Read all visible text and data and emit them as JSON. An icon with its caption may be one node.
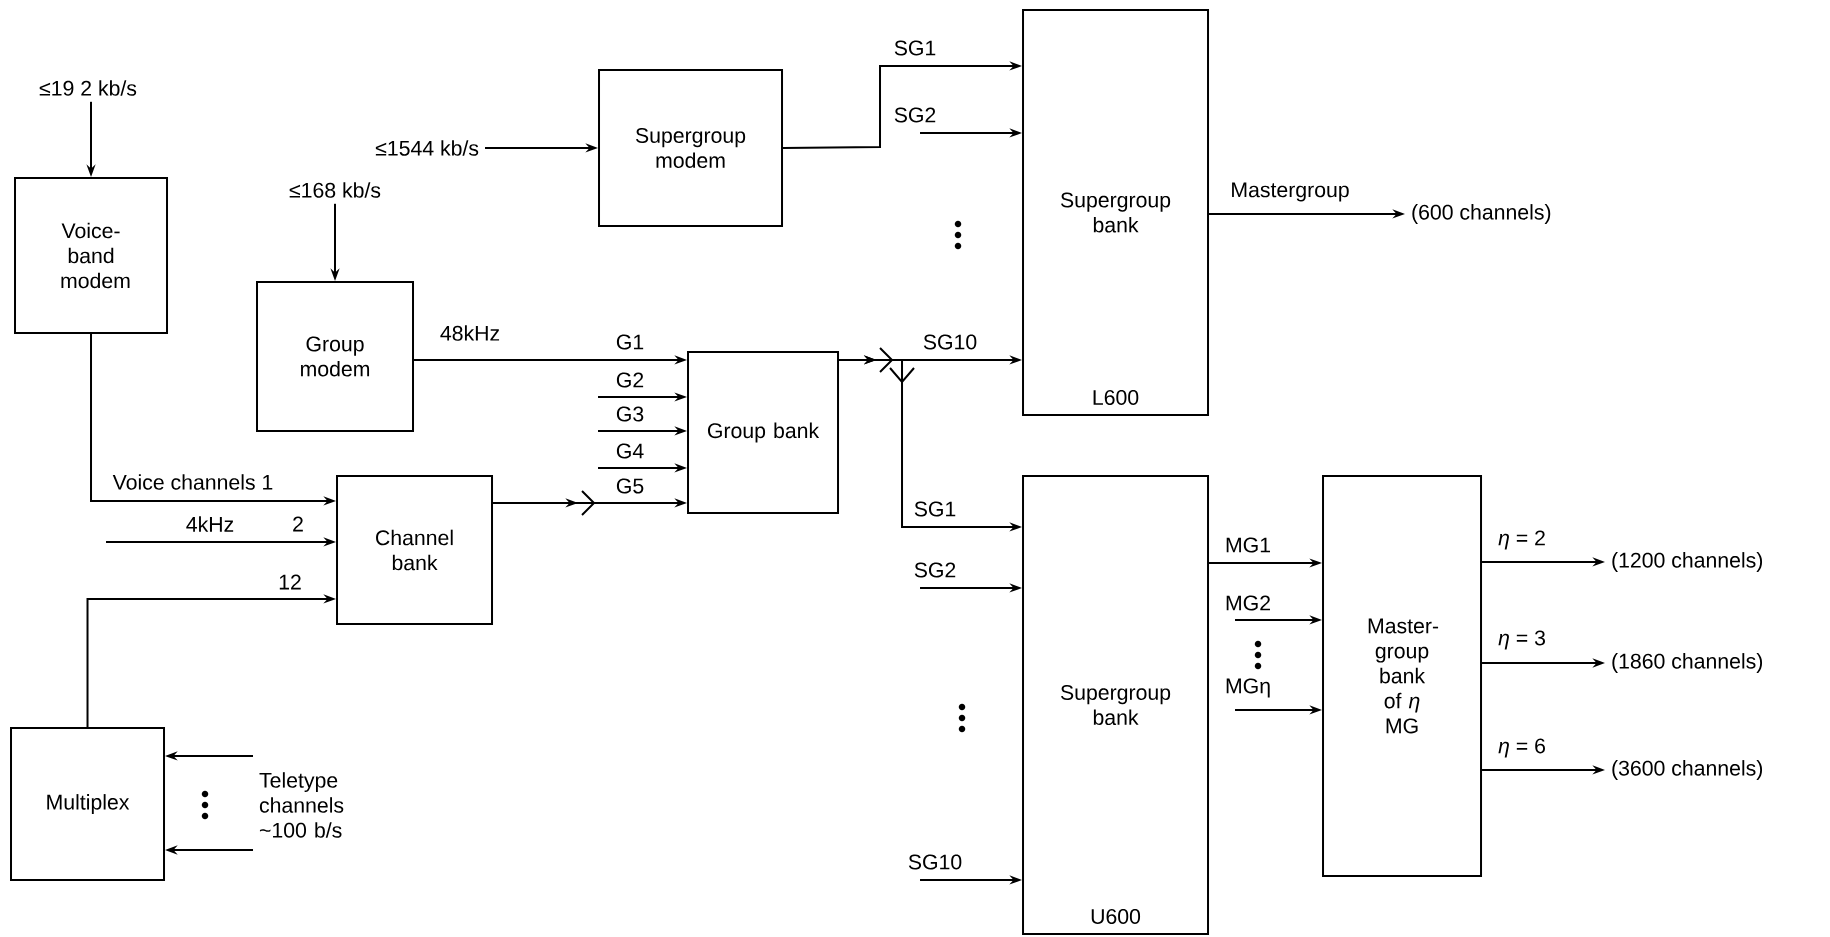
{
  "diagram": {
    "nodes": [
      {
        "text": [
          "≤19 2 kb/s"
        ]
      },
      {
        "text": [
          "Voice-band modem"
        ]
      },
      {
        "text": [
          "≤1544 kb/s"
        ]
      },
      {
        "text": [
          "Supergroup modem"
        ]
      },
      {
        "text": [
          "≤168 kb/s"
        ]
      },
      {
        "text": [
          "Group modem"
        ]
      },
      {
        "text": [
          "Channel bank"
        ]
      },
      {
        "text": [
          "Group bank"
        ]
      },
      {
        "text": [
          "Multiplex"
        ]
      },
      {
        "text": [
          "Teletype channels ~100 b/s"
        ]
      },
      {
        "text": [
          "Supergroup bank",
          "L600"
        ]
      },
      {
        "text": [
          "(600 channels)"
        ]
      },
      {
        "text": [
          "Supergroup bank",
          "U600"
        ]
      },
      {
        "text": [
          "Master-group bank of *η* MG"
        ]
      },
      {
        "text": [
          "(1200 channels)"
        ]
      },
      {
        "text": [
          "(1860 channels)"
        ]
      },
      {
        "text": [
          "(3600 channels)"
        ]
      }
    ],
    "edges": [
      {
        "from": 0,
        "to": 1,
        "arrow": "to"
      },
      {
        "from": 2,
        "to": 3,
        "arrow": "to"
      },
      {
        "from": 4,
        "to": 5,
        "arrow": "to"
      },
      {
        "from": 1,
        "to": 6,
        "arrow": "to",
        "label": "Voice channels 1"
      },
      {
        "from": null,
        "to": 6,
        "arrow": "to",
        "label": "2"
      },
      {
        "from": 8,
        "to": 6,
        "arrow": "to",
        "label": "12"
      },
      {
        "from": 9,
        "to": 8,
        "arrow": "to"
      },
      {
        "from": 9,
        "to": 8,
        "arrow": "to"
      },
      {
        "from": 5,
        "to": 7,
        "arrow": "to",
        "label": "G1"
      },
      {
        "from": null,
        "to": 7,
        "arrow": "to",
        "label": "G2"
      },
      {
        "from": null,
        "to": 7,
        "arrow": "to",
        "label": "G3"
      },
      {
        "from": null,
        "to": 7,
        "arrow": "to",
        "label": "G4"
      },
      {
        "from": 6,
        "to": 7,
        "arrow": "to",
        "label": "G5"
      },
      {
        "from": 3,
        "to": 10,
        "arrow": "to",
        "label": "SG1"
      },
      {
        "from": null,
        "to": 10,
        "arrow": "to",
        "label": "SG2"
      },
      {
        "from": 7,
        "to": 10,
        "arrow": "to",
        "label": "SG10"
      },
      {
        "from": 10,
        "to": 11,
        "arrow": "to",
        "label": "Mastergroup"
      },
      {
        "from": 7,
        "to": 12,
        "arrow": "to",
        "label": "SG1"
      },
      {
        "from": null,
        "to": 12,
        "arrow": "to",
        "label": "SG2"
      },
      {
        "from": null,
        "to": 12,
        "arrow": "to",
        "label": "SG10"
      },
      {
        "from": 12,
        "to": 13,
        "arrow": "to",
        "label": "MG1"
      },
      {
        "from": null,
        "to": 13,
        "arrow": "to",
        "label": "MG2"
      },
      {
        "from": null,
        "to": 13,
        "arrow": "to",
        "label": "MGη"
      },
      {
        "from": 13,
        "to": 14,
        "arrow": "to",
        "label": "*η* = 2"
      },
      {
        "from": 13,
        "to": 15,
        "arrow": "to",
        "label": "*η* = 3"
      },
      {
        "from": 13,
        "to": 16,
        "arrow": "to",
        "label": "*η* = 6"
      }
    ],
    "labels": [
      "48kHz",
      "4kHz"
    ]
  }
}
